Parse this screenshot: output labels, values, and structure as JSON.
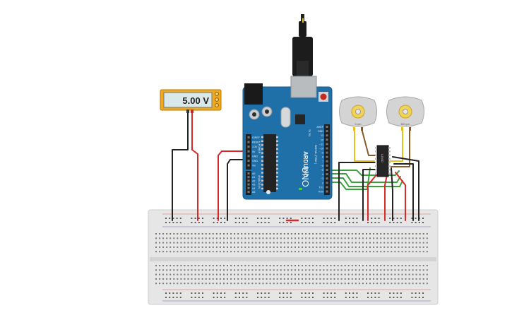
{
  "voltmeter": {
    "reading": "5.00 V"
  },
  "arduino": {
    "brand": "ARDUINO",
    "model": "UNO",
    "header_labels_left": [
      "IOREF",
      "RESET",
      "3.3V",
      "5V",
      "GND",
      "GND",
      "Vin"
    ],
    "analog_labels": [
      "A0",
      "A1",
      "A2",
      "A3",
      "A4",
      "A5"
    ],
    "digital_labels": [
      "AREF",
      "GND",
      "13",
      "12",
      "~11",
      "~10",
      "~9",
      "8",
      "7",
      "~6",
      "~5",
      "4",
      "~3",
      "2",
      "TX1",
      "RX0"
    ],
    "tx_rx": "TX RX",
    "power_label": "POWER",
    "analog_in_label": "ANALOG IN",
    "digital_label": "DIGITAL (PWM~)"
  },
  "motors": [
    {
      "rpm_label": "0 rpm"
    },
    {
      "rpm_label": "600 rpm"
    }
  ],
  "driver_chip": {
    "label": "L293D"
  },
  "colors": {
    "wire_red": "#d62a2a",
    "wire_black": "#222222",
    "wire_green": "#3aa13a",
    "wire_yellow": "#e6c220",
    "wire_brown": "#8a5a2b",
    "arduino_blue": "#1f6fa8",
    "voltmeter_orange": "#f0a81c"
  },
  "icons": {
    "usb_cable": "usb-cable-icon",
    "power_jack": "power-jack-icon",
    "reset_button": "reset-button-icon"
  }
}
